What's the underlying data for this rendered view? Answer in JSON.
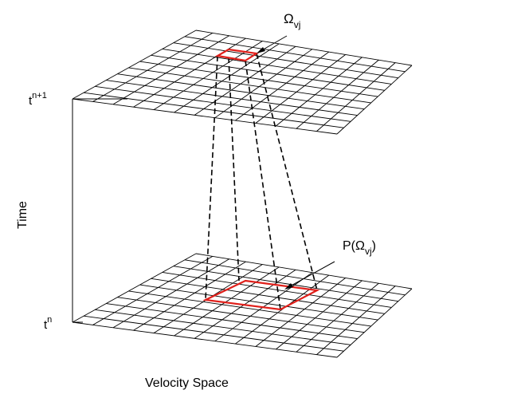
{
  "labels": {
    "upper_time": {
      "base": "t",
      "sup": "n+1"
    },
    "lower_time": {
      "base": "t",
      "sup": "n"
    },
    "time_axis": "Time",
    "x_axis": "Velocity Space",
    "upper_cell": {
      "symbol": "Ω",
      "sub": "vj"
    },
    "lower_cell": {
      "prefix": "P(",
      "symbol": "Ω",
      "sub": "vj",
      "suffix": ")"
    }
  },
  "grid": {
    "divisions_u": 13,
    "divisions_v": 11
  },
  "colors": {
    "grid": "#000000",
    "highlight": "#e0201b",
    "dashed": "#000000"
  }
}
